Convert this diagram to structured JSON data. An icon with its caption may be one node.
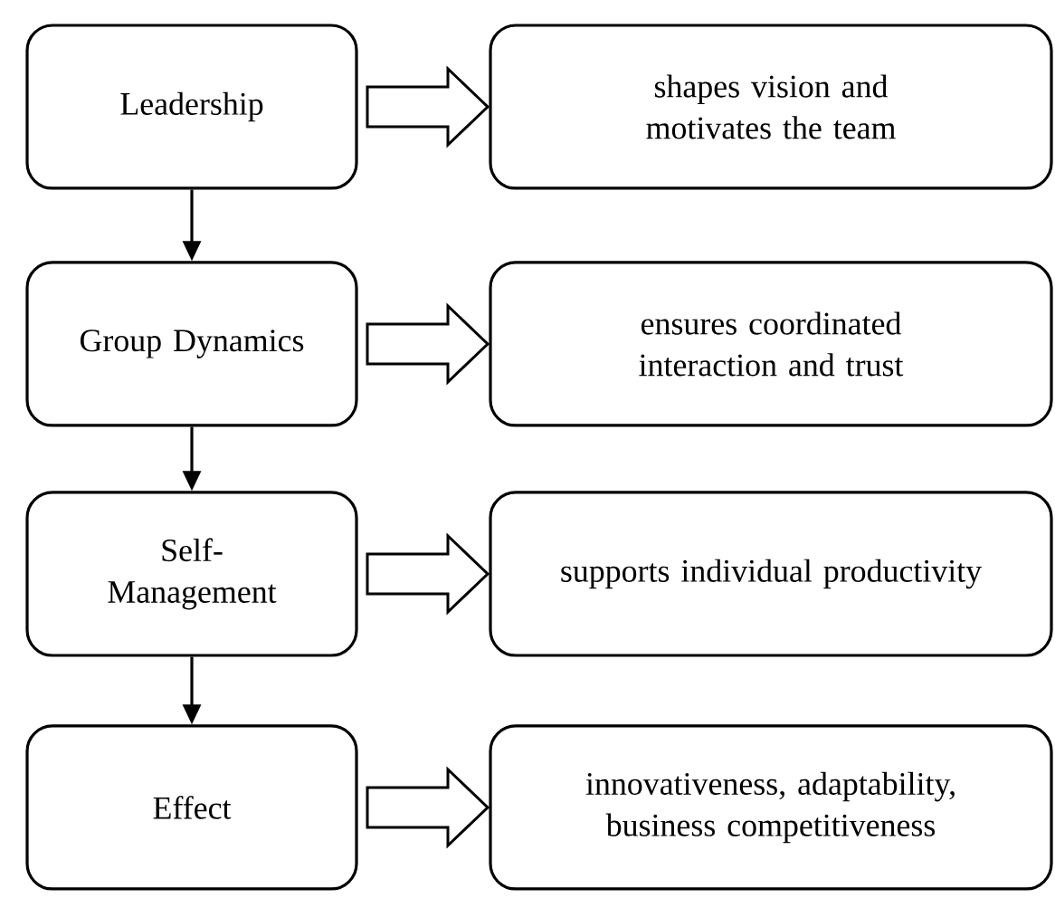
{
  "diagram": {
    "nodes": [
      {
        "text": [
          "Leadership"
        ]
      },
      {
        "text": [
          "shapes vision and motivates the team"
        ]
      },
      {
        "text": [
          "Group Dynamics"
        ]
      },
      {
        "text": [
          "ensures coordinated interaction and trust"
        ]
      },
      {
        "text": [
          "Self-Management"
        ]
      },
      {
        "text": [
          "supports individual productivity"
        ]
      },
      {
        "text": [
          "Effect"
        ]
      },
      {
        "text": [
          "innovativeness, adaptability, business competitiveness"
        ]
      }
    ],
    "edges": [
      {
        "from": 0,
        "to": 1,
        "arrow": "to"
      },
      {
        "from": 2,
        "to": 3,
        "arrow": "to"
      },
      {
        "from": 4,
        "to": 5,
        "arrow": "to"
      },
      {
        "from": 6,
        "to": 7,
        "arrow": "to"
      },
      {
        "from": 0,
        "to": 2,
        "arrow": "to"
      },
      {
        "from": 2,
        "to": 4,
        "arrow": "to"
      },
      {
        "from": 4,
        "to": 6,
        "arrow": "to"
      }
    ]
  }
}
